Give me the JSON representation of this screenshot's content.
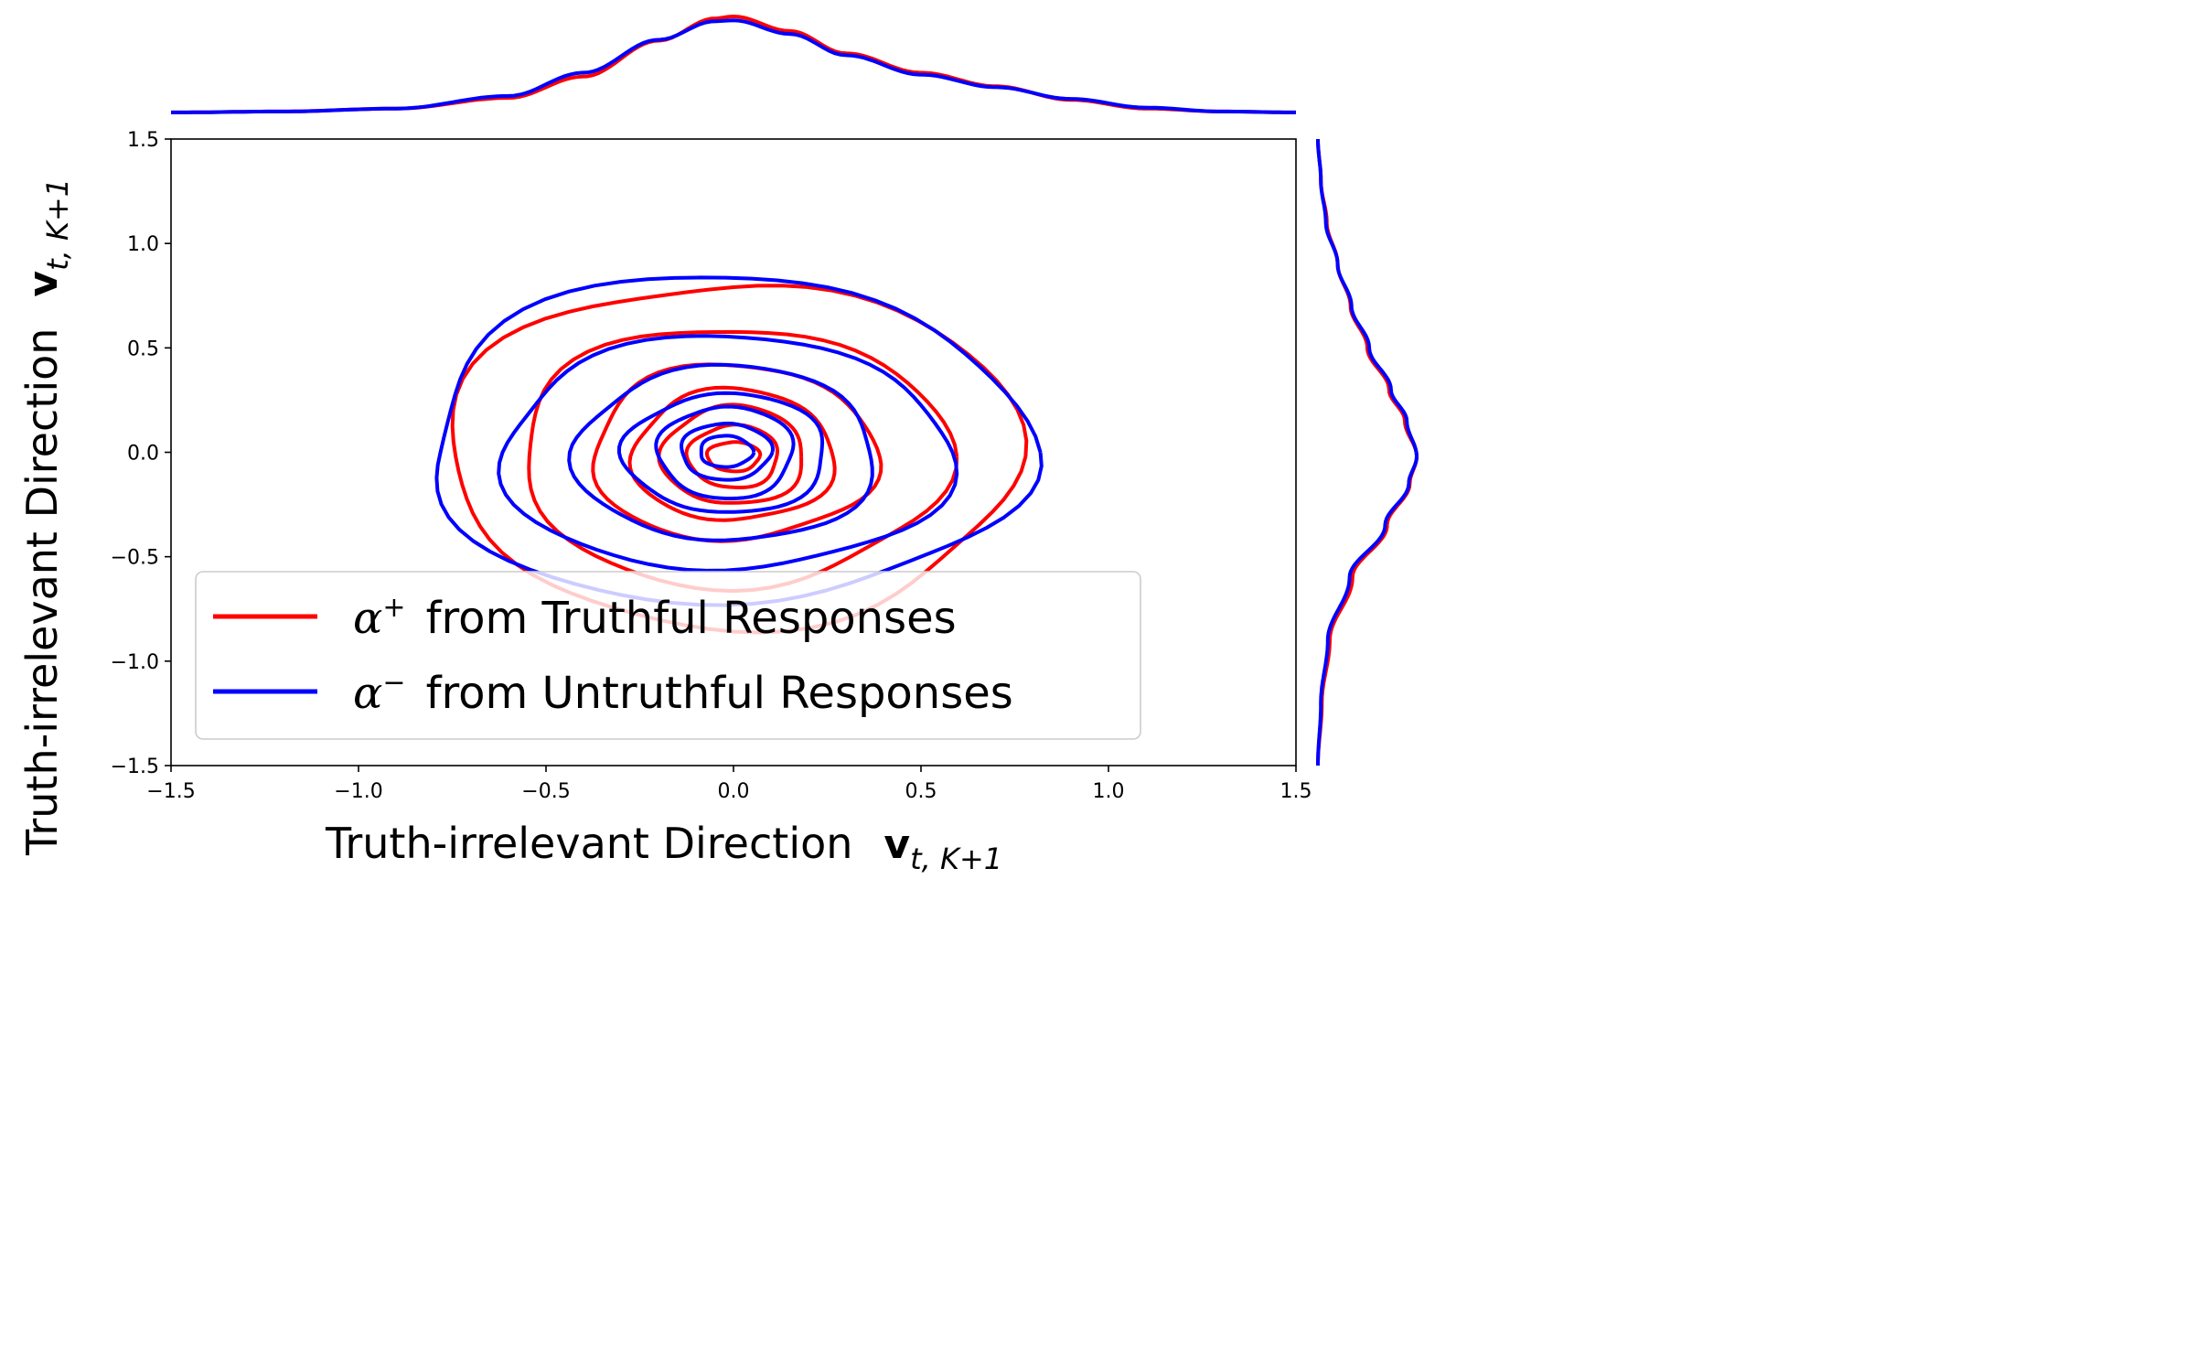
{
  "chart_data": {
    "type": "contour",
    "xlabel": "Truth-irrelevant Direction",
    "xlabel_math": "v",
    "xlabel_sub": "t, K+1",
    "ylabel": "Truth-irrelevant Direction",
    "ylabel_math": "v",
    "ylabel_sub": "t, K+1",
    "xlim": [
      -1.5,
      1.5
    ],
    "ylim": [
      -1.5,
      1.5
    ],
    "xticks": [
      "−1.5",
      "−1.0",
      "−0.5",
      "0.0",
      "0.5",
      "1.0",
      "1.5"
    ],
    "yticks": [
      "−1.5",
      "−1.0",
      "−0.5",
      "0.0",
      "0.5",
      "1.0",
      "1.5"
    ],
    "xtick_values": [
      -1.5,
      -1.0,
      -0.5,
      0.0,
      0.5,
      1.0,
      1.5
    ],
    "ytick_values": [
      -1.5,
      -1.0,
      -0.5,
      0.0,
      0.5,
      1.0,
      1.5
    ],
    "grid": false,
    "legend_position": "lower-left",
    "series": [
      {
        "name": "from Truthful Responses",
        "symbol": "α",
        "superscript": "+",
        "color": "#ff0000",
        "center": [
          0.0,
          -0.02
        ],
        "contours": [
          {
            "rx": 0.76,
            "top": 0.84,
            "bottom": 0.81
          },
          {
            "rx": 0.57,
            "top": 0.62,
            "bottom": 0.62
          },
          {
            "rx": 0.38,
            "top": 0.44,
            "bottom": 0.4
          },
          {
            "rx": 0.27,
            "top": 0.32,
            "bottom": 0.31
          },
          {
            "rx": 0.19,
            "top": 0.24,
            "bottom": 0.23
          },
          {
            "rx": 0.12,
            "top": 0.15,
            "bottom": 0.15
          },
          {
            "rx": 0.07,
            "top": 0.07,
            "bottom": 0.07
          }
        ],
        "marginal_x": [
          [
            -1.5,
            0.01
          ],
          [
            -1.2,
            0.02
          ],
          [
            -0.9,
            0.05
          ],
          [
            -0.6,
            0.16
          ],
          [
            -0.4,
            0.38
          ],
          [
            -0.2,
            0.75
          ],
          [
            -0.05,
            0.98
          ],
          [
            0.0,
            1.0
          ],
          [
            0.15,
            0.85
          ],
          [
            0.3,
            0.62
          ],
          [
            0.5,
            0.42
          ],
          [
            0.7,
            0.28
          ],
          [
            0.9,
            0.14
          ],
          [
            1.1,
            0.05
          ],
          [
            1.3,
            0.02
          ],
          [
            1.5,
            0.01
          ]
        ],
        "marginal_y": [
          [
            -1.5,
            0.0
          ],
          [
            -1.2,
            0.04
          ],
          [
            -0.9,
            0.12
          ],
          [
            -0.6,
            0.35
          ],
          [
            -0.35,
            0.7
          ],
          [
            -0.15,
            0.93
          ],
          [
            -0.02,
            1.0
          ],
          [
            0.15,
            0.88
          ],
          [
            0.3,
            0.72
          ],
          [
            0.5,
            0.5
          ],
          [
            0.7,
            0.33
          ],
          [
            0.9,
            0.2
          ],
          [
            1.1,
            0.09
          ],
          [
            1.3,
            0.03
          ],
          [
            1.5,
            0.0
          ]
        ]
      },
      {
        "name": "from Untruthful Responses",
        "symbol": "α",
        "superscript": "−",
        "color": "#0000ff",
        "center": [
          -0.02,
          0.0
        ],
        "contours": [
          {
            "rx": 0.8,
            "top": 0.85,
            "bottom": 0.72
          },
          {
            "rx": 0.6,
            "top": 0.55,
            "bottom": 0.57
          },
          {
            "rx": 0.4,
            "top": 0.41,
            "bottom": 0.43
          },
          {
            "rx": 0.27,
            "top": 0.28,
            "bottom": 0.29
          },
          {
            "rx": 0.18,
            "top": 0.22,
            "bottom": 0.22
          },
          {
            "rx": 0.12,
            "top": 0.14,
            "bottom": 0.13
          },
          {
            "rx": 0.07,
            "top": 0.08,
            "bottom": 0.07
          }
        ],
        "marginal_x": [
          [
            -1.5,
            0.01
          ],
          [
            -1.2,
            0.02
          ],
          [
            -0.9,
            0.05
          ],
          [
            -0.6,
            0.18
          ],
          [
            -0.4,
            0.42
          ],
          [
            -0.2,
            0.76
          ],
          [
            -0.05,
            0.95
          ],
          [
            0.0,
            0.96
          ],
          [
            0.15,
            0.82
          ],
          [
            0.3,
            0.6
          ],
          [
            0.5,
            0.4
          ],
          [
            0.7,
            0.27
          ],
          [
            0.9,
            0.15
          ],
          [
            1.1,
            0.06
          ],
          [
            1.3,
            0.02
          ],
          [
            1.5,
            0.01
          ]
        ],
        "marginal_y": [
          [
            -1.5,
            0.0
          ],
          [
            -1.2,
            0.03
          ],
          [
            -0.9,
            0.1
          ],
          [
            -0.6,
            0.32
          ],
          [
            -0.35,
            0.68
          ],
          [
            -0.15,
            0.92
          ],
          [
            -0.02,
            1.0
          ],
          [
            0.15,
            0.9
          ],
          [
            0.3,
            0.74
          ],
          [
            0.5,
            0.52
          ],
          [
            0.7,
            0.34
          ],
          [
            0.9,
            0.2
          ],
          [
            1.1,
            0.08
          ],
          [
            1.3,
            0.03
          ],
          [
            1.5,
            0.0
          ]
        ]
      }
    ]
  }
}
